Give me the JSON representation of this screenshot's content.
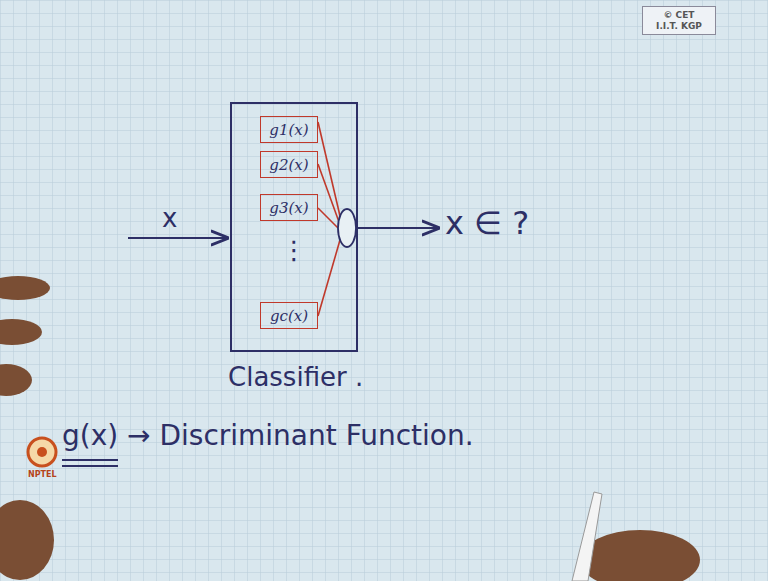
{
  "diagram": {
    "nodes": [
      {
        "text": [
          "© CET I.I.T. KGP"
        ]
      },
      {
        "text": [
          "Classifier ."
        ]
      },
      {
        "text": [
          "g1(x)"
        ],
        "in": 1
      },
      {
        "text": [
          "g2(x)"
        ],
        "in": 1
      },
      {
        "text": [
          "g3(x)"
        ],
        "in": 1
      },
      {
        "text": [
          "gc(x)"
        ],
        "in": 1
      }
    ],
    "labels": [
      "x",
      "x ∈ ?",
      "⋮",
      "g(x) → Discriminant Function.",
      "NPTEL"
    ]
  }
}
